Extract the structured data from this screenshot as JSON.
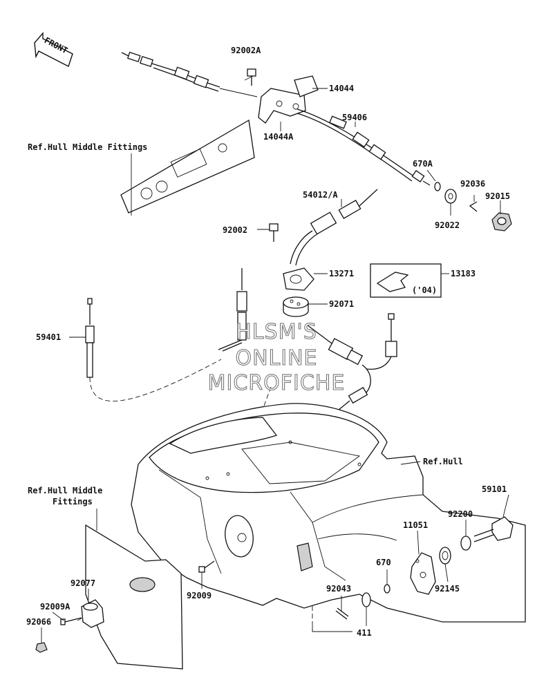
{
  "watermark": [
    "HLSM'S",
    "ONLINE",
    "MICROFICHE"
  ],
  "front_label": "FRONT",
  "labels": {
    "p92002A": "92002A",
    "p14044": "14044",
    "p14044A": "14044A",
    "p59406": "59406",
    "ref_hull_mid_top": "Ref.Hull Middle Fittings",
    "p670A": "670A",
    "p92036": "92036",
    "p92015": "92015",
    "p92022": "92022",
    "p54012A": "54012/A",
    "p92002": "92002",
    "p13271": "13271",
    "p13183": "13183",
    "p13183_note": "('04)",
    "p92071": "92071",
    "p59401": "59401",
    "ref_hull": "Ref.Hull",
    "ref_hull_mid_bottom_1": "Ref.Hull Middle",
    "ref_hull_mid_bottom_2": "Fittings",
    "p59101": "59101",
    "p92200": "92200",
    "p11051": "11051",
    "p670": "670",
    "p92145": "92145",
    "p92043": "92043",
    "p411": "411",
    "p92009": "92009",
    "p92077": "92077",
    "p92009A": "92009A",
    "p92066": "92066"
  }
}
